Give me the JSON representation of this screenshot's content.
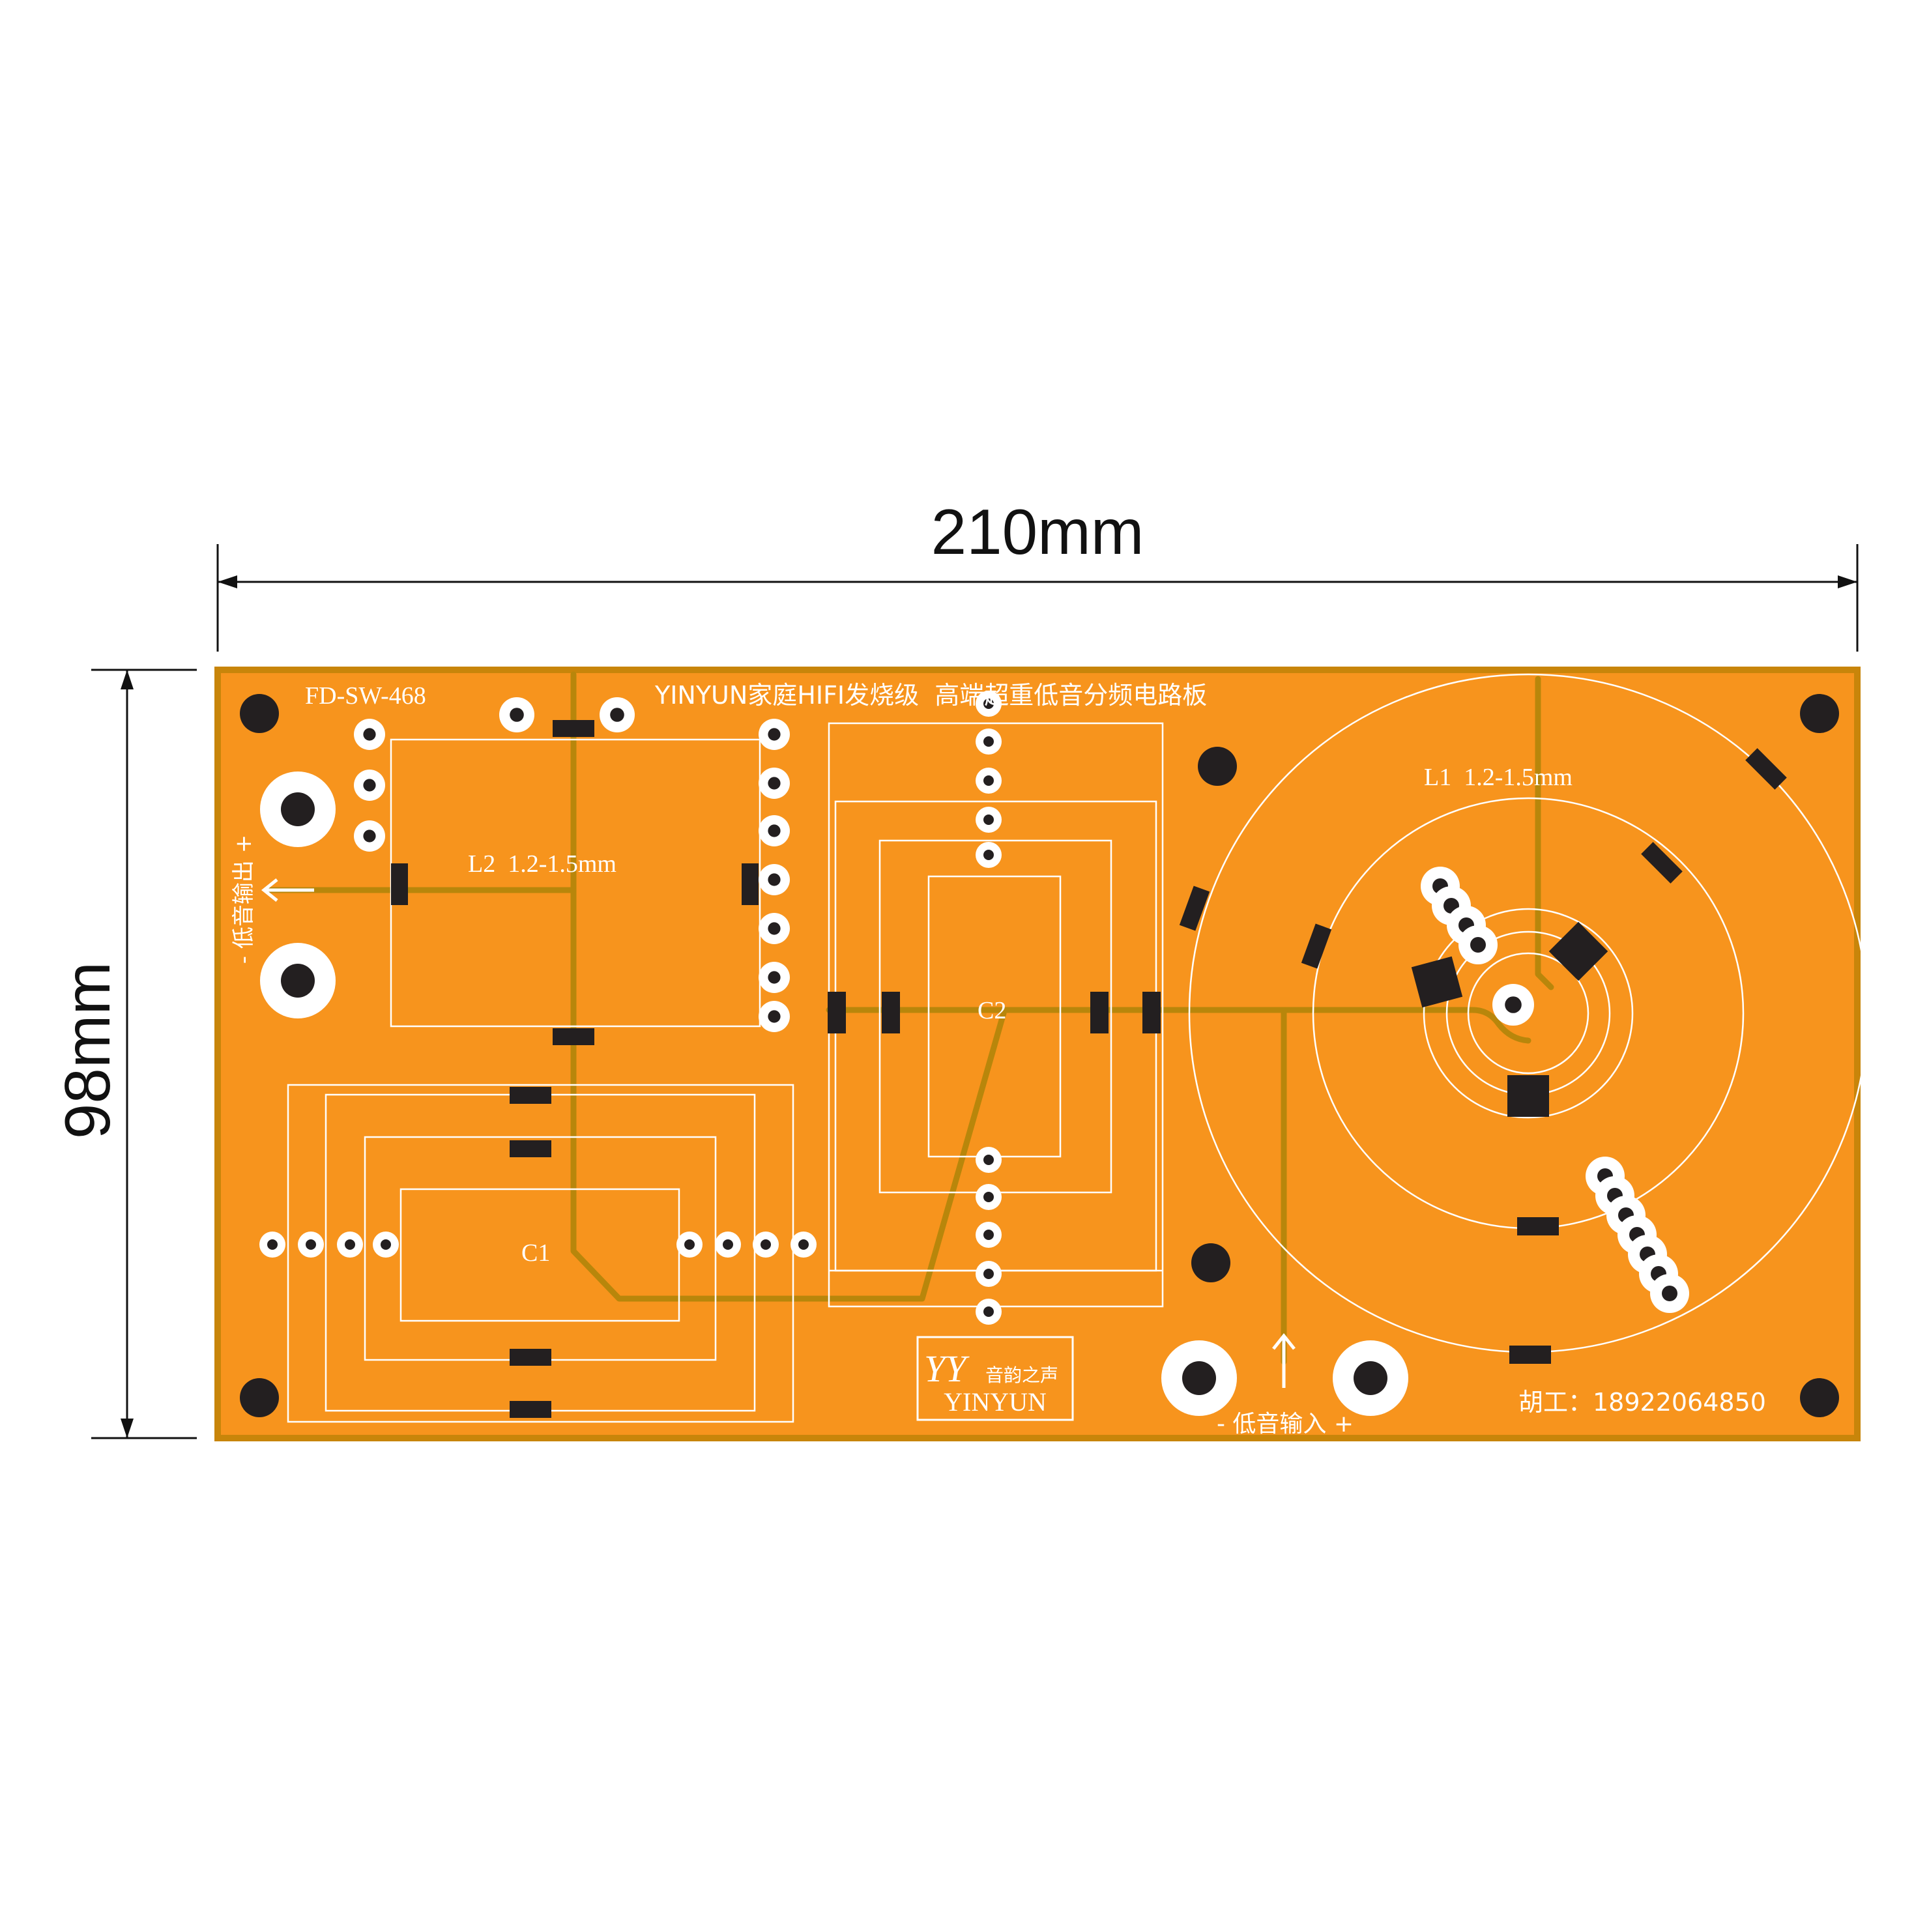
{
  "dimensions": {
    "width_label": "210mm",
    "height_label": "98mm"
  },
  "board": {
    "color": "#f7941d",
    "edge_color": "#c8850a",
    "model": "FD-SW-468",
    "title": "YINYUN家庭HIFI发烧级  高端超重低音分频电路板",
    "inductor_l1": "L1  1.2-1.5mm",
    "inductor_l2": "L2  1.2-1.5mm",
    "cap_c1": "C1",
    "cap_c2": "C2",
    "output_label": "- 低音输出 +",
    "input_label": "- 低音输入 +",
    "contact": "胡工：18922064850",
    "logo": {
      "mark": "YY",
      "cn": "音韵之声",
      "en": "YINYUN"
    }
  }
}
